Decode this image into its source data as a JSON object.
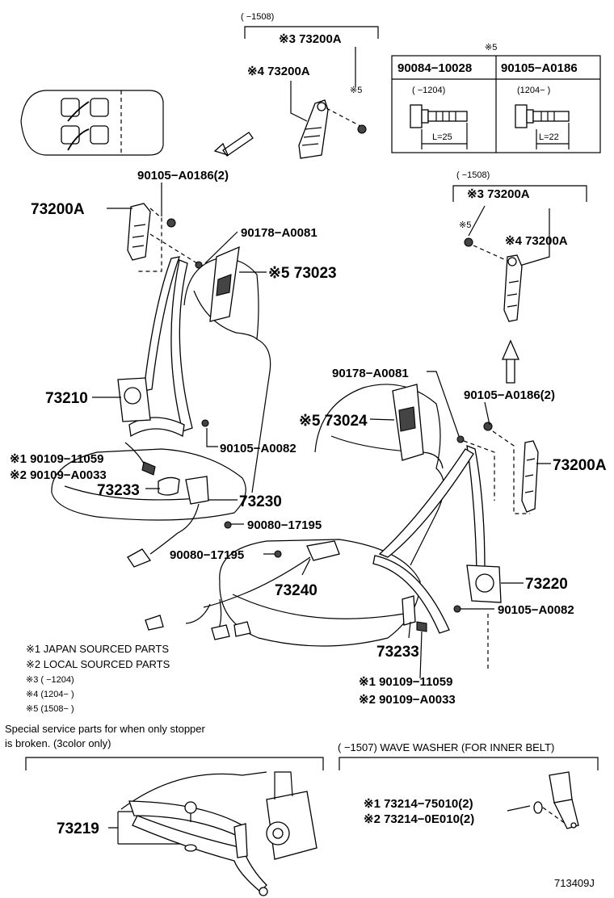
{
  "header_top": {
    "range": "(      −1508)",
    "ref3": "※3 73200A",
    "ref4": "※4 73200A",
    "ref5": "※5"
  },
  "bolt_table": {
    "marker": "※5",
    "col1": {
      "part": "90084−10028",
      "range": "(      −1204)",
      "length": "L=25"
    },
    "col2": {
      "part": "90105−A0186",
      "range": "(1204−      )",
      "length": "L=22"
    }
  },
  "left_side": {
    "bolt_top": "90105−A0186(2)",
    "anchor": "73200A",
    "nut": "90178−A0081",
    "cover": "※5 73023",
    "retractor": "73210",
    "bolt_lower": "90105−A0082",
    "bolt_floor_1": "※1 90109−11059",
    "bolt_floor_2": "※2 90109−A0033",
    "cover_small": "73233",
    "buckle": "73230",
    "screw": "90080−17195"
  },
  "right_side": {
    "range": "(      −1508)",
    "ref3": "※3 73200A",
    "ref5": "※5",
    "ref4": "※4 73200A",
    "nut": "90178−A0081",
    "bolt_top": "90105−A0186(2)",
    "cover": "※5 73024",
    "anchor": "73200A",
    "retractor": "73220",
    "bolt_lower": "90105−A0082",
    "cover_small": "73233",
    "bolt_floor_1": "※1 90109−11059",
    "bolt_floor_2": "※2 90109−A0033"
  },
  "center": {
    "screw": "90080−17195",
    "buckle": "73240"
  },
  "legend": [
    "※1 JAPAN SOURCED PARTS",
    "※2 LOCAL SOURCED PARTS",
    "※3 (      −1204)",
    "※4 (1204−      )",
    "※5 (1508−      )"
  ],
  "stopper_note": {
    "line1": "Special service parts for when only stopper",
    "line2": " is broken. (3color only)"
  },
  "stopper_part": "73219",
  "washer_note": "(      −1507) WAVE WASHER (FOR INNER BELT)",
  "washer_parts": {
    "p1": "※1 73214−75010(2)",
    "p2": "※2 73214−0E010(2)"
  },
  "figure_id": "713409J"
}
